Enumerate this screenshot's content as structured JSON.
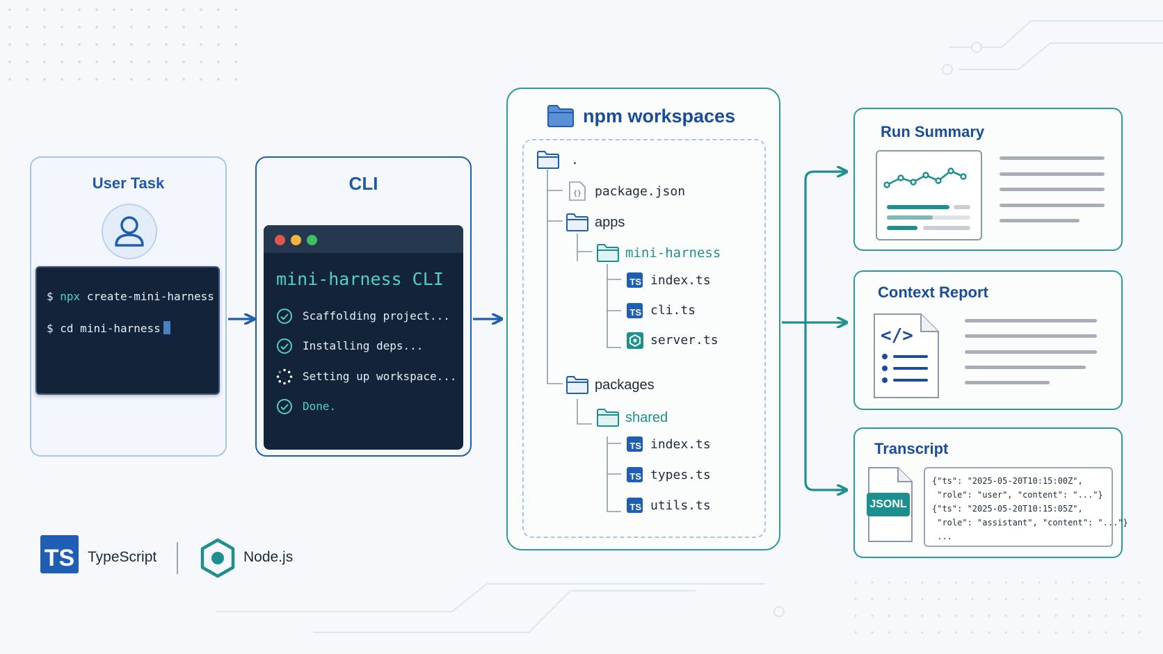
{
  "user_task": {
    "title": "User Task",
    "icon": "user-icon",
    "commands": [
      {
        "prompt": "$",
        "cmd": "npx",
        "rest": "create-mini-harness"
      },
      {
        "prompt": "$",
        "cmd": "",
        "rest": "cd mini-harness"
      }
    ]
  },
  "cli": {
    "title": "CLI",
    "heading": "mini-harness CLI",
    "steps": [
      {
        "text": "Scaffolding project...",
        "status": "done"
      },
      {
        "text": "Installing deps...",
        "status": "done"
      },
      {
        "text": "Setting up workspace...",
        "status": "in-progress"
      },
      {
        "text": "Done.",
        "status": "done"
      }
    ],
    "window_dots": [
      "#e2574c",
      "#f2b43c",
      "#3fbf5f"
    ]
  },
  "workspaces": {
    "title": "npm workspaces",
    "root": ".",
    "package_json": "package.json",
    "apps": "apps",
    "mini_harness": "mini-harness",
    "apps_files": [
      "index.ts",
      "cli.ts",
      "server.ts"
    ],
    "packages": "packages",
    "shared": "shared",
    "shared_files": [
      "index.ts",
      "types.ts",
      "utils.ts"
    ],
    "ts_badge": "TS"
  },
  "outputs": {
    "run_summary": {
      "title": "Run Summary"
    },
    "context_report": {
      "title": "Context Report",
      "code_symbol": "</>"
    },
    "transcript": {
      "title": "Transcript",
      "badge": "JSONL",
      "lines": [
        "{\"ts\": \"2025-05-20T10:15:00Z\",",
        " \"role\": \"user\", \"content\": \"...\"}",
        "{\"ts\": \"2025-05-20T10:15:05Z\",",
        " \"role\": \"assistant\", \"content\": \"...\"}",
        " ..."
      ]
    }
  },
  "footer": {
    "typescript_badge": "TS",
    "typescript_label": "TypeScript",
    "node_label": "Node.js"
  },
  "colors": {
    "accent_blue": "#1f5db0",
    "accent_teal": "#1d8f8f",
    "terminal_bg": "#13233a",
    "highlight_cyan": "#4fd1c5"
  }
}
